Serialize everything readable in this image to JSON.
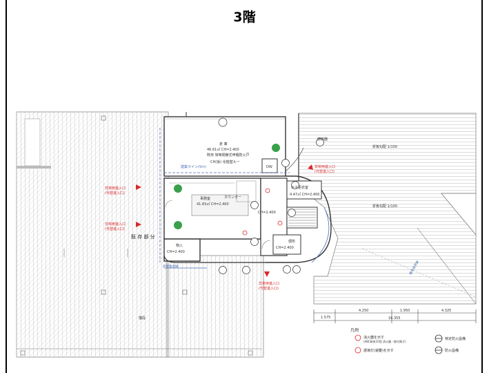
{
  "page": {
    "title": "3階"
  },
  "plan": {
    "rooms": {
      "warehouse": {
        "name": "倉 庫",
        "area": "46.61㎡ CH=2.400",
        "note": "既存 常時閉鎖式甲種防火戸"
      },
      "office": {
        "name": "事務室",
        "area": "41.83㎡ CH=2.400"
      },
      "storage": {
        "name": "物入",
        "ch": "CH=2.400"
      },
      "locker": {
        "name": "女子更衣室",
        "area": "4.47㎡ CH=2.400"
      },
      "toilet": {
        "name": "便所",
        "ch": "CH=2.400"
      },
      "hall": {
        "ch": "CH=2.400"
      },
      "existing": "既 存 部 分",
      "wc_note": "CH(仮) 化粧壁ルー",
      "dw": "DW",
      "counter": "カウンター"
    },
    "labels": {
      "emergency_entry": "非常用進入口",
      "emergency_entry_sub": "(代替進入口)",
      "sensor": "感知器",
      "slope_right": "折板勾配 1/100",
      "slope_right2": "折板勾配 1/100",
      "building_line": "建築ライン(5m)",
      "boundary": "敷地境界線",
      "wall_line": "外壁後退線",
      "stair": "階段"
    },
    "dimensions": [
      "1.575",
      "4.250",
      "1.950",
      "4.325",
      "16.355"
    ],
    "legend": {
      "title": "凡例",
      "items": [
        "消火器を示す",
        "(ABC粉末10型 消火器・取付高さ)",
        "誘導灯(避難)を示す",
        "特定防火設備",
        "防火設備"
      ]
    }
  }
}
